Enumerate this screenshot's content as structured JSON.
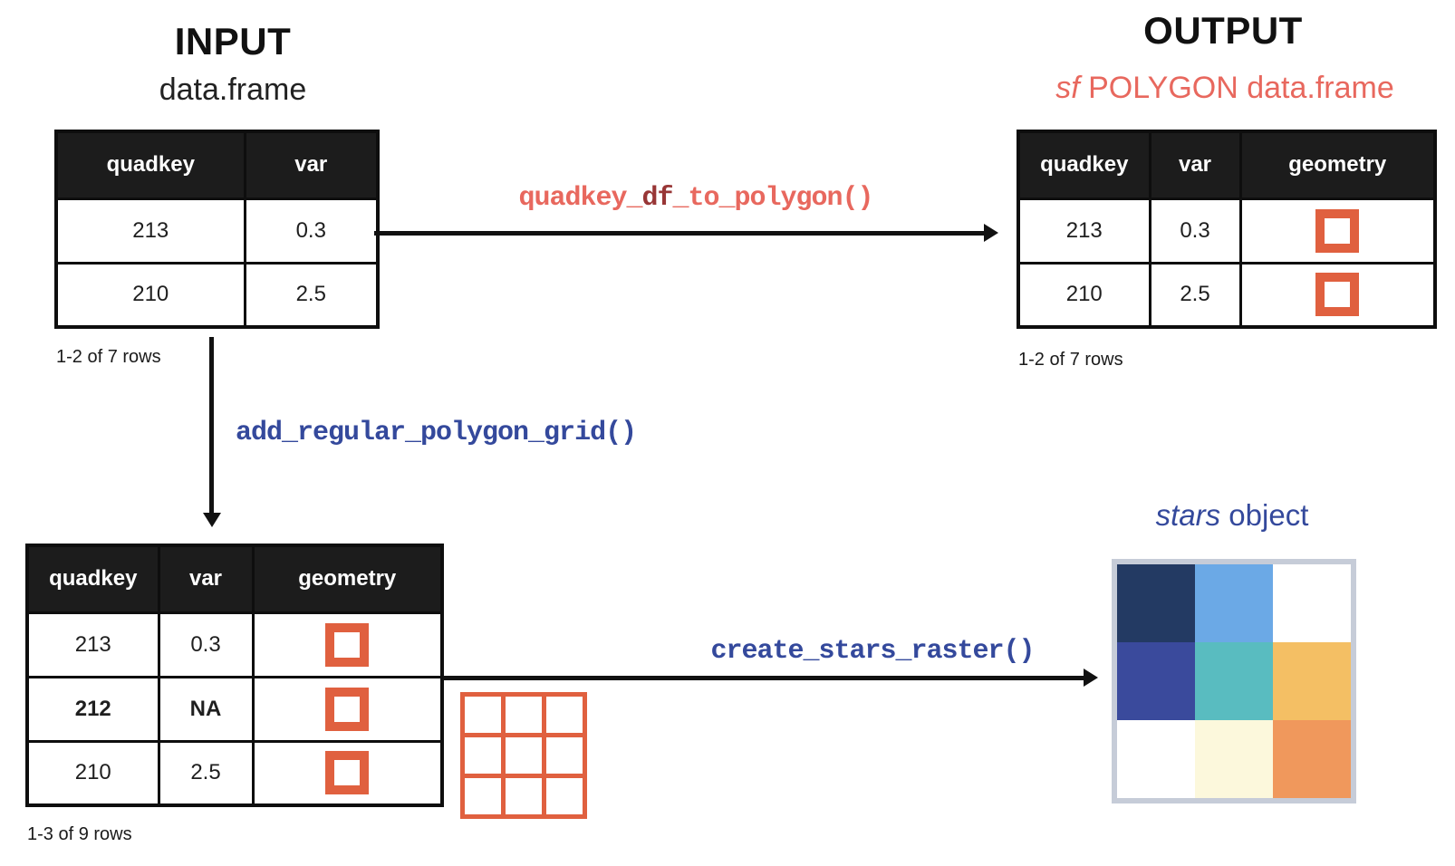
{
  "colors": {
    "coral_text": "#E8685E",
    "coral_square": "#E0603F",
    "dark_red_accent": "#983636",
    "blue_text": "#34499C",
    "table_header_bg": "#1C1C1C",
    "raster_frame": "#C6CCD8"
  },
  "input": {
    "title": "INPUT",
    "subtitle": "data.frame",
    "table": {
      "headers": [
        "quadkey",
        "var"
      ],
      "rows": [
        [
          "213",
          "0.3"
        ],
        [
          "210",
          "2.5"
        ]
      ],
      "caption": "1-2 of 7 rows"
    }
  },
  "output": {
    "title": "OUTPUT",
    "subtitle_italic": "sf",
    "subtitle_rest": " POLYGON data.frame",
    "table": {
      "headers": [
        "quadkey",
        "var",
        "geometry"
      ],
      "rows": [
        [
          "213",
          "0.3"
        ],
        [
          "210",
          "2.5"
        ]
      ],
      "caption": "1-2 of 7 rows"
    }
  },
  "grid_table": {
    "headers": [
      "quadkey",
      "var",
      "geometry"
    ],
    "rows": [
      [
        "213",
        "0.3"
      ],
      [
        "212",
        "NA"
      ],
      [
        "210",
        "2.5"
      ]
    ],
    "bold_rows": [
      1
    ],
    "caption": "1-3 of 9 rows"
  },
  "functions": {
    "to_polygon_prefix": "quadkey_",
    "to_polygon_mid": "df",
    "to_polygon_suffix": "_to_polygon()",
    "add_grid": "add_regular_polygon_grid()",
    "create_raster": "create_stars_raster()"
  },
  "polygon_grid_icon": {
    "rows": 3,
    "cols": 3
  },
  "stars": {
    "title_italic": "stars",
    "title_rest": " object",
    "raster": [
      [
        "#233A63",
        "#6BA9E6",
        "#FFFFFF"
      ],
      [
        "#3A4A9C",
        "#59BCC0",
        "#F4BF64"
      ],
      [
        "#FFFFFF",
        "#FCF8DC",
        "#F0985C"
      ]
    ]
  }
}
